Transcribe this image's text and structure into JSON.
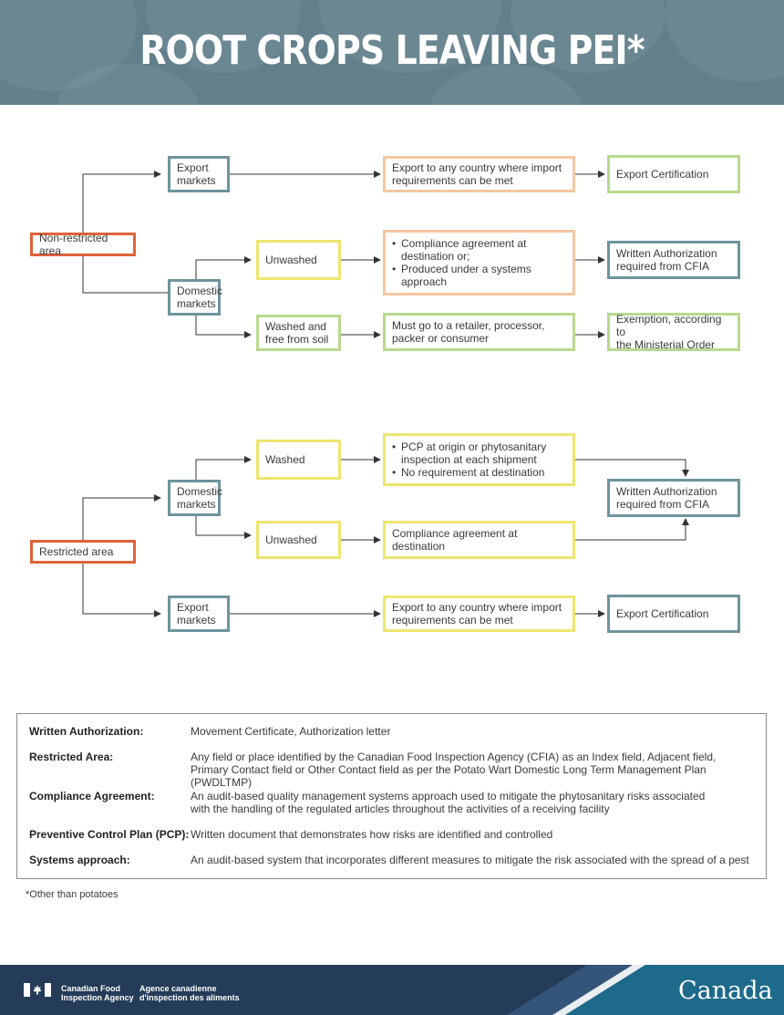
{
  "header": {
    "title": "ROOT CROPS LEAVING PEI*"
  },
  "nonrestricted": {
    "origin": "Non-restricted area",
    "export_markets": "Export\nmarkets",
    "export_requirement": "Export to any country where import\nrequirements can be met",
    "export_result": "Export Certification",
    "domestic_markets": "Domestic\nmarkets",
    "unwashed": "Unwashed",
    "unwashed_requirements": [
      "Compliance agreement at destination or;",
      "Produced under a systems approach"
    ],
    "unwashed_result": "Written Authorization\nrequired from CFIA",
    "washed": "Washed and\nfree from soil",
    "washed_requirement": "Must go to a retailer, processor,\npacker or consumer",
    "washed_result": "Exemption, according to\nthe Ministerial Order"
  },
  "restricted": {
    "origin": "Restricted area",
    "domestic_markets": "Domestic\nmarkets",
    "washed": "Washed",
    "washed_requirements": [
      "PCP at origin or phytosanitary inspection at each shipment",
      "No requirement at destination"
    ],
    "unwashed": "Unwashed",
    "unwashed_requirement": "Compliance agreement at destination",
    "domestic_result": "Written Authorization\nrequired from CFIA",
    "export_markets": "Export\nmarkets",
    "export_requirement": "Export to any country where import\nrequirements can be met",
    "export_result": "Export Certification"
  },
  "glossary": [
    {
      "term": "Written Authorization:",
      "definition": "Movement Certificate, Authorization letter"
    },
    {
      "term": "Restricted Area:",
      "definition": "Any field or place identified by the Canadian Food Inspection Agency (CFIA) as an Index field, Adjacent field,\nPrimary Contact field or Other Contact field as per the Potato Wart Domestic Long Term Management Plan (PWDLTMP)"
    },
    {
      "term": "Compliance Agreement:",
      "definition": "An audit-based quality management systems approach used to mitigate the phytosanitary risks associated\nwith the handling of the regulated articles throughout the activities of a receiving facility"
    },
    {
      "term": "Preventive Control Plan (PCP):",
      "definition": "Written document that demonstrates how risks are identified and controlled"
    },
    {
      "term": "Systems approach:",
      "definition": "An audit-based system that incorporates different measures to mitigate the risk associated with the spread of a pest"
    }
  ],
  "footnote": "*Other than potatoes",
  "footer": {
    "org_en": "Canadian Food\nInspection Agency",
    "org_fr": "Agence canadienne\nd'inspection des aliments",
    "wordmark": "Canada"
  },
  "colors": {
    "header": "#62808c",
    "origin_border": "#e0633a",
    "market_border": "#6d949c",
    "yellow_border": "#ede570",
    "green_border": "#b8d98d",
    "orange_border": "#f5c7a1",
    "footer": "#243c58"
  }
}
